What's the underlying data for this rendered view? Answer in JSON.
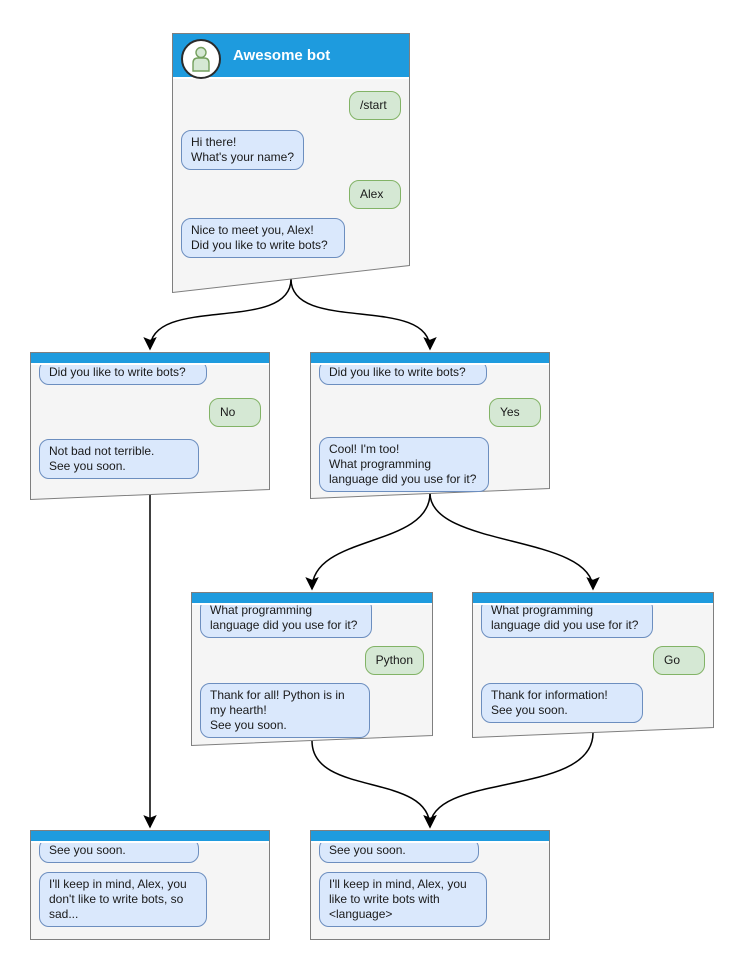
{
  "colors": {
    "header_blue": "#1E9BDE",
    "bot_bubble_fill": "#DAE8FC",
    "bot_bubble_border": "#6C8EBF",
    "user_bubble_fill": "#D5E8D4",
    "user_bubble_border": "#82B366",
    "screen_background": "#F5F5F5",
    "screen_border": "#7F7F7F",
    "arrow_color": "#000000"
  },
  "screens": {
    "main": {
      "title": "Awesome bot",
      "avatar": "person-icon",
      "m1": "/start",
      "m2": "Hi there!\nWhat's your name?",
      "m3": "Alex",
      "m4": "Nice to meet you, Alex!\nDid you like to write bots?"
    },
    "no": {
      "m1": "Did you like to write bots?",
      "m2": "No",
      "m3": "Not bad not terrible.\nSee you soon."
    },
    "yes": {
      "m1": "Did you like to write bots?",
      "m2": "Yes",
      "m3": "Cool! I'm too!\nWhat programming\nlanguage did you use for it?"
    },
    "python": {
      "m1": "What programming\nlanguage did you use for it?",
      "m2": "Python",
      "m3": "Thank for all! Python is in\nmy hearth!\nSee you soon."
    },
    "go": {
      "m1": "What programming\nlanguage did you use for it?",
      "m2": "Go",
      "m3": "Thank for information!\nSee you soon."
    },
    "end_no": {
      "m1": "See you soon.",
      "m2": "I'll keep in mind, Alex, you\ndon't like to write bots, so\nsad..."
    },
    "end_yes": {
      "m1": "See you soon.",
      "m2": "I'll keep in mind, Alex, you\nlike to write bots with\n<language>"
    }
  }
}
